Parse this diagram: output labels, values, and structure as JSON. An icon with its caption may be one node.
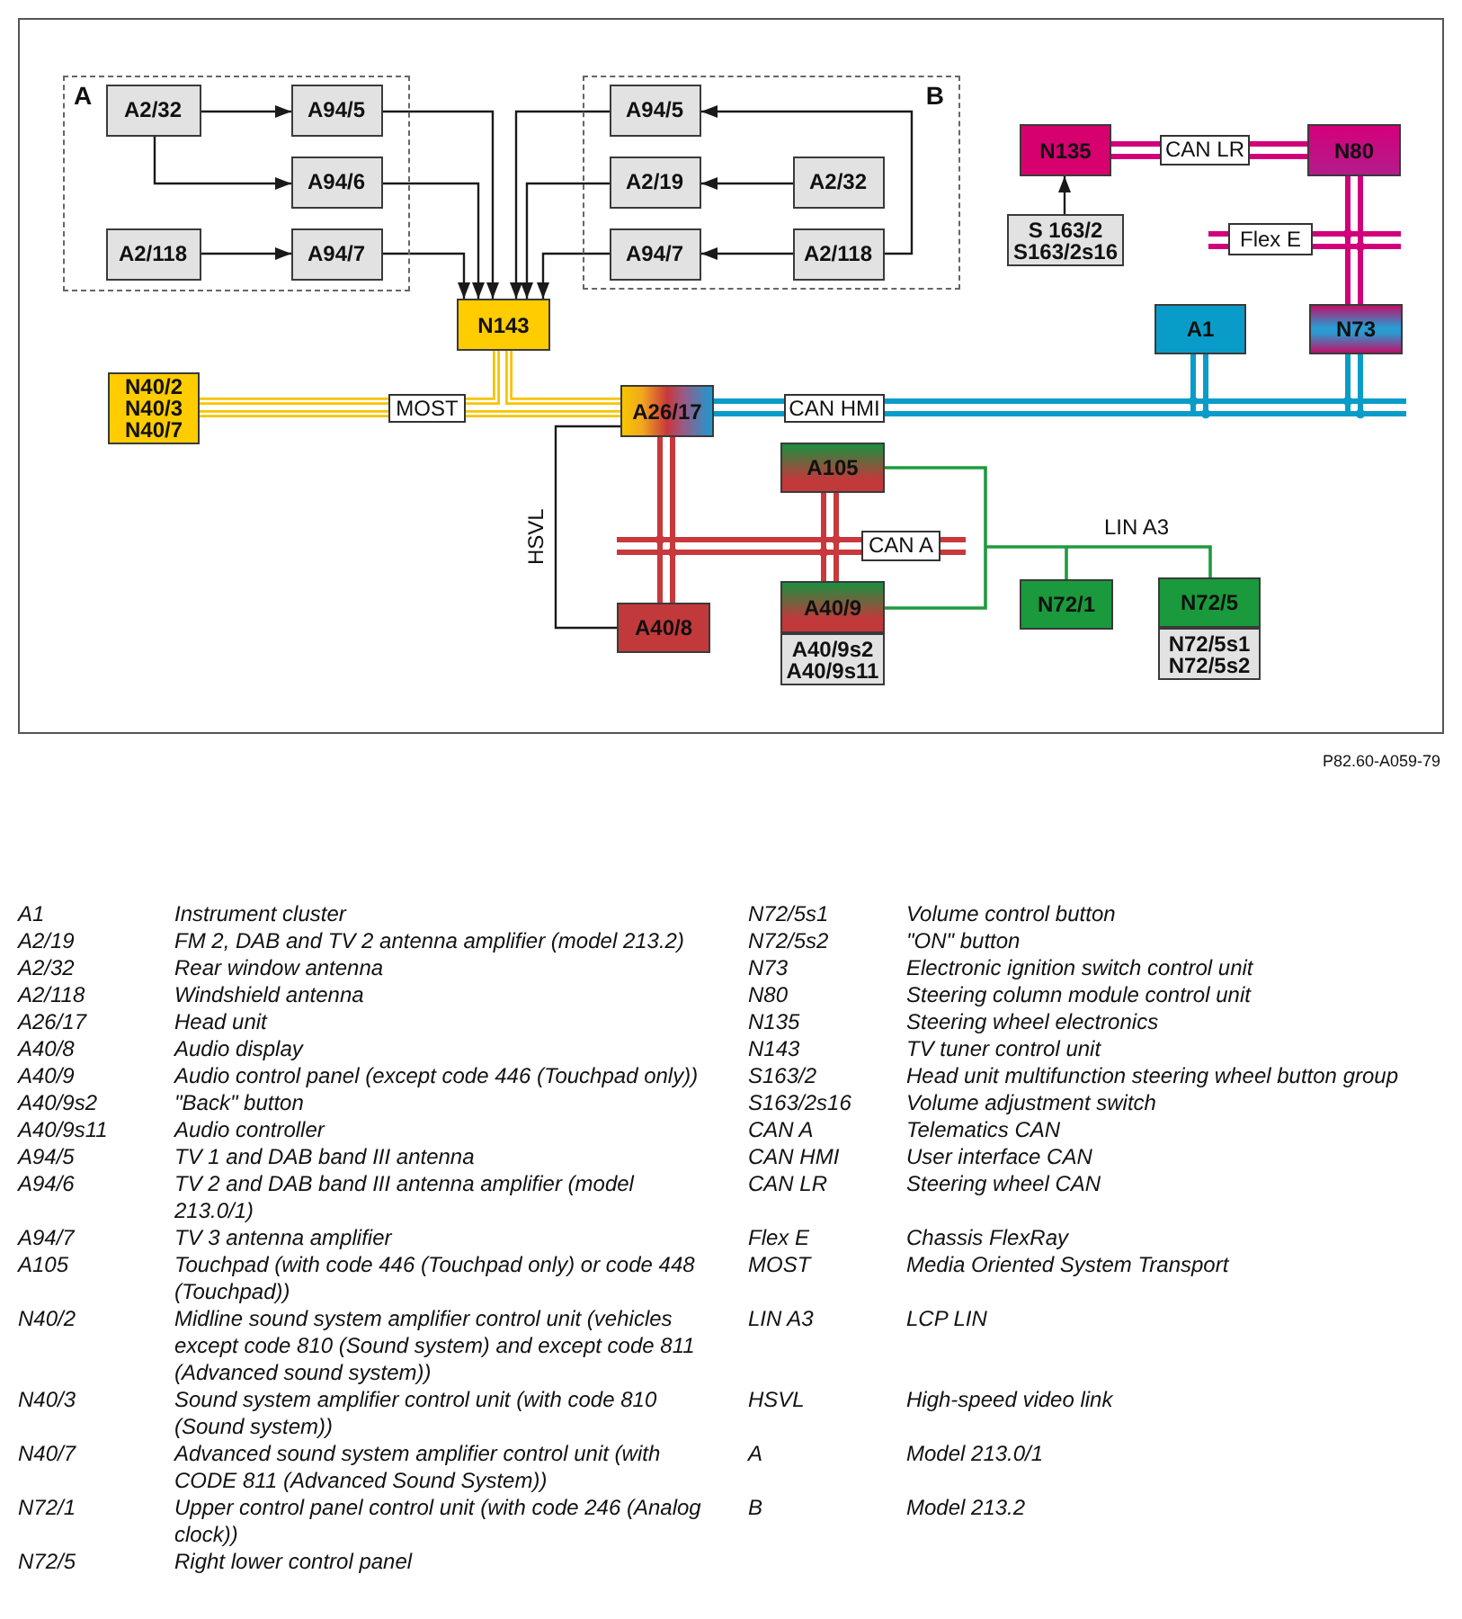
{
  "diagram": {
    "nodes": [
      {
        "text": [
          "A"
        ]
      },
      {
        "text": [
          "A2/32"
        ],
        "in": 0
      },
      {
        "text": [
          "A94/5"
        ],
        "in": 0
      },
      {
        "text": [
          "A94/6"
        ],
        "in": 0
      },
      {
        "text": [
          "A2/118"
        ],
        "in": 0
      },
      {
        "text": [
          "A94/7"
        ],
        "in": 0
      },
      {
        "text": [
          "B"
        ]
      },
      {
        "text": [
          "A94/5"
        ],
        "in": 6
      },
      {
        "text": [
          "A2/19"
        ],
        "in": 6
      },
      {
        "text": [
          "A2/32"
        ],
        "in": 6
      },
      {
        "text": [
          "A94/7"
        ],
        "in": 6
      },
      {
        "text": [
          "A2/118"
        ],
        "in": 6
      },
      {
        "text": [
          "N135"
        ]
      },
      {
        "text": [
          "N80"
        ]
      },
      {
        "text": [
          "S 163/2",
          "S163/2s16"
        ]
      },
      {
        "text": [
          "N143"
        ]
      },
      {
        "text": [
          "N40/2",
          "N40/3",
          "N40/7"
        ]
      },
      {
        "text": [
          "A26/17"
        ]
      },
      {
        "text": [
          "A1"
        ]
      },
      {
        "text": [
          "N73"
        ]
      },
      {
        "text": [
          "A105"
        ]
      },
      {
        "text": [
          "A40/8"
        ]
      },
      {
        "text": [
          "A40/9"
        ]
      },
      {
        "text": [
          "A40/9s2",
          "A40/9s11"
        ]
      },
      {
        "text": [
          "N72/1"
        ]
      },
      {
        "text": [
          "N72/5"
        ]
      },
      {
        "text": [
          "N72/5s1",
          "N72/5s2"
        ]
      }
    ],
    "edges": [
      {
        "from": 1,
        "to": 2,
        "arrow": "to"
      },
      {
        "from": 1,
        "to": 3,
        "arrow": "to"
      },
      {
        "from": 4,
        "to": 5,
        "arrow": "to"
      },
      {
        "from": 2,
        "to": 15,
        "arrow": "to"
      },
      {
        "from": 3,
        "to": 15,
        "arrow": "to"
      },
      {
        "from": 5,
        "to": 15,
        "arrow": "to"
      },
      {
        "from": 11,
        "to": 7,
        "arrow": "to"
      },
      {
        "from": 9,
        "to": 8,
        "arrow": "to"
      },
      {
        "from": 11,
        "to": 10,
        "arrow": "to"
      },
      {
        "from": 7,
        "to": 15,
        "arrow": "to"
      },
      {
        "from": 8,
        "to": 15,
        "arrow": "to"
      },
      {
        "from": 10,
        "to": 15,
        "arrow": "to"
      },
      {
        "from": 14,
        "to": 12,
        "arrow": "to"
      },
      {
        "from": 12,
        "to": 13,
        "arrow": "none",
        "label": "CAN LR",
        "style": "thick",
        "color": "#d1007a"
      },
      {
        "from": 13,
        "to": 19,
        "arrow": "none",
        "style": "thick",
        "color": "#d1007a"
      },
      {
        "from": 13,
        "to": null,
        "arrow": "none",
        "label": "Flex E",
        "style": "thick",
        "color": "#d1007a"
      },
      {
        "from": 16,
        "to": 15,
        "arrow": "none",
        "style": "thick",
        "color": "#f5c400"
      },
      {
        "from": 15,
        "to": 17,
        "arrow": "none",
        "style": "thick",
        "color": "#f5c400"
      },
      {
        "from": 17,
        "to": 16,
        "arrow": "none",
        "label": "MOST",
        "style": "thick",
        "color": "#f5c400"
      },
      {
        "from": 17,
        "to": 18,
        "arrow": "none",
        "label": "CAN HMI",
        "style": "thick",
        "color": "#0a9cc8"
      },
      {
        "from": 17,
        "to": 19,
        "arrow": "none",
        "style": "thick",
        "color": "#0a9cc8"
      },
      {
        "from": 17,
        "to": null,
        "arrow": "none",
        "style": "thick",
        "color": "#0a9cc8"
      },
      {
        "from": 17,
        "to": 21,
        "arrow": "none",
        "style": "thick",
        "color": "#c8383c"
      },
      {
        "from": 20,
        "to": 22,
        "arrow": "none",
        "style": "thick",
        "color": "#c8383c"
      },
      {
        "from": 17,
        "to": 20,
        "arrow": "none",
        "label": "CAN A",
        "style": "thick",
        "color": "#c8383c"
      },
      {
        "from": 17,
        "to": 21,
        "arrow": "none",
        "label": "HSVL"
      },
      {
        "from": 20,
        "to": 24,
        "arrow": "none",
        "color": "#1f9a3e"
      },
      {
        "from": 20,
        "to": 25,
        "arrow": "none",
        "label": "LIN A3",
        "color": "#1f9a3e"
      },
      {
        "from": 22,
        "to": 24,
        "arrow": "none",
        "color": "#1f9a3e"
      },
      {
        "from": 22,
        "to": 25,
        "arrow": "none",
        "color": "#1f9a3e"
      }
    ],
    "labels": [
      "P82.60-A059-79",
      "A1",
      "Instrument cluster",
      "N72/5s1",
      "Volume control button",
      "A2/19",
      "FM 2, DAB and TV 2 antenna amplifier (model 213.2)",
      "N72/5s2",
      "\"ON\" button",
      "A2/32",
      "Rear window antenna",
      "N73",
      "Electronic ignition switch control unit",
      "A2/118",
      "Windshield antenna",
      "N80",
      "Steering column module control unit",
      "A26/17",
      "Head unit",
      "N135",
      "Steering wheel electronics",
      "A40/8",
      "Audio display",
      "N143",
      "TV tuner control unit",
      "A40/9",
      "Audio control panel (except code 446 (Touchpad only))",
      "S163/2",
      "Head unit multifunction steering wheel button group",
      "A40/9s2",
      "\"Back\" button",
      "S163/2s16",
      "Volume adjustment switch",
      "A40/9s11",
      "Audio controller",
      "CAN A",
      "Telematics CAN",
      "A94/5",
      "TV 1 and DAB band III antenna",
      "CAN HMI",
      "User interface CAN",
      "A94/6",
      "TV 2 and DAB band III antenna amplifier (model 213.0/1)",
      "CAN LR",
      "Steering wheel CAN",
      "A94/7",
      "TV 3 antenna amplifier",
      "Flex E",
      "Chassis FlexRay",
      "A105",
      "Touchpad (with code 446 (Touchpad only) or code 448 (Touchpad))",
      "MOST",
      "Media Oriented System Transport",
      "N40/2",
      "Midline sound system amplifier control unit (vehicles except code 810 (Sound system) and except code 811 (Advanced sound system))",
      "LIN A3",
      "LCP LIN",
      "N40/3",
      "Sound system amplifier control unit (with code 810 (Sound system))",
      "HSVL",
      "High-speed video link",
      "N40/7",
      "Advanced sound system amplifier control unit (with CODE 811 (Advanced Sound System))",
      "A",
      "Model 213.0/1",
      "N72/1",
      "Upper control panel control unit (with code 246 (Analog clock))",
      "B",
      "Model 213.2",
      "N72/5",
      "Right lower control panel"
    ]
  }
}
